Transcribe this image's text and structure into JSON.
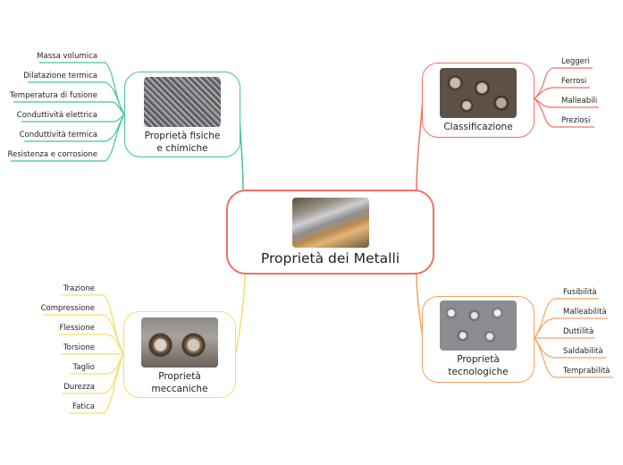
{
  "colors": {
    "central": "#f07167",
    "fisiche": "#45c39a",
    "classificazione": "#f07167",
    "tecnologiche": "#f4a261",
    "meccaniche": "#f2e06a"
  },
  "central": {
    "title": "Proprietà dei Metalli"
  },
  "branches": {
    "fisiche": {
      "title_lines": [
        "Proprietà fisiche",
        "e chimiche"
      ],
      "items": [
        "Massa volumica",
        "Dilatazione termica",
        "Temperatura di fusione",
        "Conduttività elettrica",
        "Conduttività termica",
        "Resistenza e corrosione"
      ]
    },
    "classificazione": {
      "title_lines": [
        "Classificazione"
      ],
      "items": [
        "Leggeri",
        "Ferrosi",
        "Malleabili",
        "Preziosi"
      ]
    },
    "tecnologiche": {
      "title_lines": [
        "Proprietà",
        "tecnologiche"
      ],
      "items": [
        "Fusibilità",
        "Malleabilità",
        "Duttilità",
        "Saldabilità",
        "Temprabilità"
      ]
    },
    "meccaniche": {
      "title_lines": [
        "Proprietà",
        "meccaniche"
      ],
      "items": [
        "Trazione",
        "Compressione",
        "Flessione",
        "Torsione",
        "Taglio",
        "Durezza",
        "Fatica"
      ]
    }
  }
}
